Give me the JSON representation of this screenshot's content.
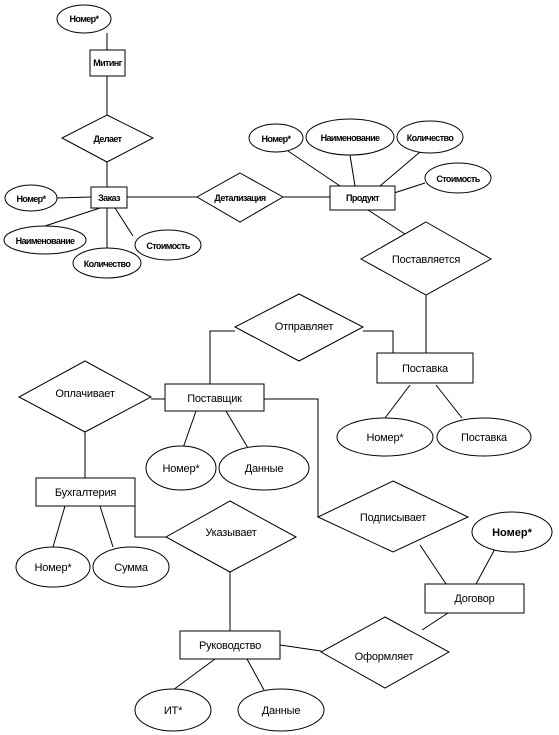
{
  "entities": {
    "miting": "Митинг",
    "zakaz": "Заказ",
    "produkt": "Продукт",
    "postavka": "Поставка",
    "postavshik": "Поставщик",
    "bukhgalteriya": "Бухгалтерия",
    "dogovor": "Договор",
    "rukovodstvo": "Руководство"
  },
  "relationships": {
    "delaet": "Делает",
    "detalizaciya": "Детализация",
    "postavlyaetsya": "Поставляется",
    "otpravlyaet": "Отправляет",
    "oplachivaet": "Оплачивает",
    "podpisyvaet": "Подписывает",
    "ukazyvaet": "Указывает",
    "oformlyaet": "Оформляет"
  },
  "attributes": {
    "miting_nomer": "Номер*",
    "zakaz_nomer": "Номер*",
    "zakaz_naimenovanie": "Наименование",
    "zakaz_kolichestvo": "Количество",
    "zakaz_stoimost": "Стоимость",
    "produkt_nomer": "Номер*",
    "produkt_naimenovanie": "Наименование",
    "produkt_kolichestvo": "Количество",
    "produkt_stoimost": "Стоимость",
    "postavka_nomer": "Номер*",
    "postavka_postavka": "Поставка",
    "postavshik_nomer": "Номер*",
    "postavshik_dannye": "Данные",
    "bukhgalteriya_nomer": "Номер*",
    "bukhgalteriya_summa": "Сумма",
    "dogovor_nomer": "Номер*",
    "rukovodstvo_it": "ИТ*",
    "rukovodstvo_dannye": "Данные"
  }
}
